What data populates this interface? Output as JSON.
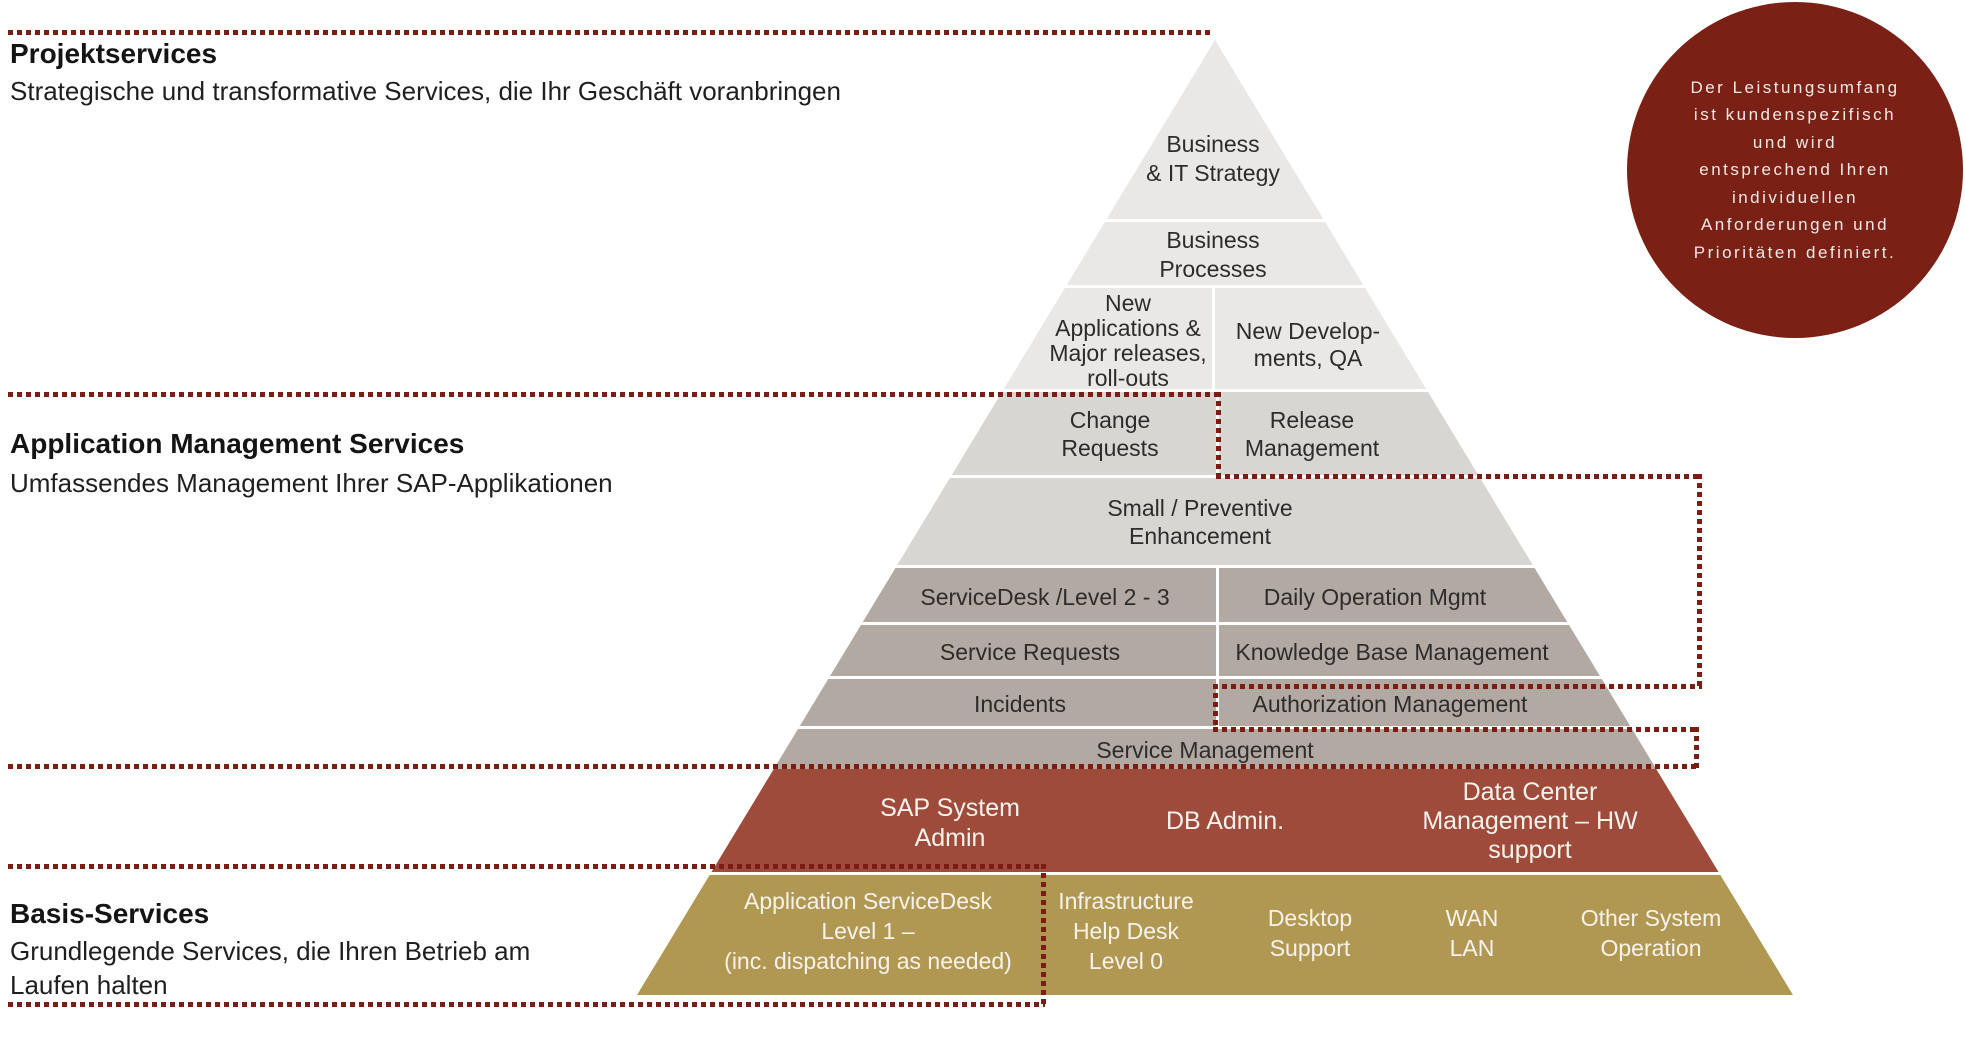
{
  "left_sections": [
    {
      "title": "Projektservices",
      "subtitle": "Strategische und transformative Services, die Ihr Geschäft voranbringen"
    },
    {
      "title": "Application Management Services",
      "subtitle": "Umfassendes Management Ihrer SAP-Applikationen"
    },
    {
      "title": "Basis-Services",
      "subtitle": "Grundlegende Services, die Ihren Betrieb am\nLaufen halten"
    }
  ],
  "pyramid": {
    "cells": {
      "business_it_strategy": "Business\n& IT Strategy",
      "business_processes": "Business\nProcesses",
      "new_applications": "New\nApplications &\nMajor releases,\nroll-outs",
      "new_developments": "New Develop-\nments, QA",
      "change_requests": "Change\nRequests",
      "release_management": "Release\nManagement",
      "small_preventive_enhancement": "Small / Preventive\nEnhancement",
      "servicedesk_level_2_3": "ServiceDesk /Level 2 - 3",
      "daily_operation_mgmt": "Daily Operation Mgmt",
      "service_requests": "Service Requests",
      "knowledge_base_management": "Knowledge Base Management",
      "incidents": "Incidents",
      "authorization_management": "Authorization Management",
      "service_management": "Service Management",
      "sap_system_admin": "SAP System\nAdmin",
      "db_admin": "DB Admin.",
      "data_center_management": "Data Center\nManagement – HW\nsupport",
      "application_servicedesk": "Application ServiceDesk\nLevel 1 –\n(inc. dispatching as needed)",
      "infrastructure_help_desk": "Infrastructure\nHelp Desk\nLevel 0",
      "desktop_support": "Desktop\nSupport",
      "wan_lan": "WAN\nLAN",
      "other_system_operation": "Other System\nOperation"
    }
  },
  "badge": {
    "text": "Der Leistungsumfang\nist kundenspezifisch\nund wird\nentsprechend Ihren\nindividuellen\nAnforderungen und\nPrioritäten definiert."
  },
  "colors": {
    "layer_light_gray": "#e9e8e7",
    "layer_mid_gray": "#d8d6d3",
    "layer_taupe": "#b2a9a2",
    "layer_brick_red": "#9f4b3b",
    "layer_gold": "#b09853",
    "dotted_line_maroon": "#7b1d12",
    "badge_maroon": "#7b2015",
    "text_dark": "#2e2c2b",
    "text_light": "#f8f2ec"
  }
}
